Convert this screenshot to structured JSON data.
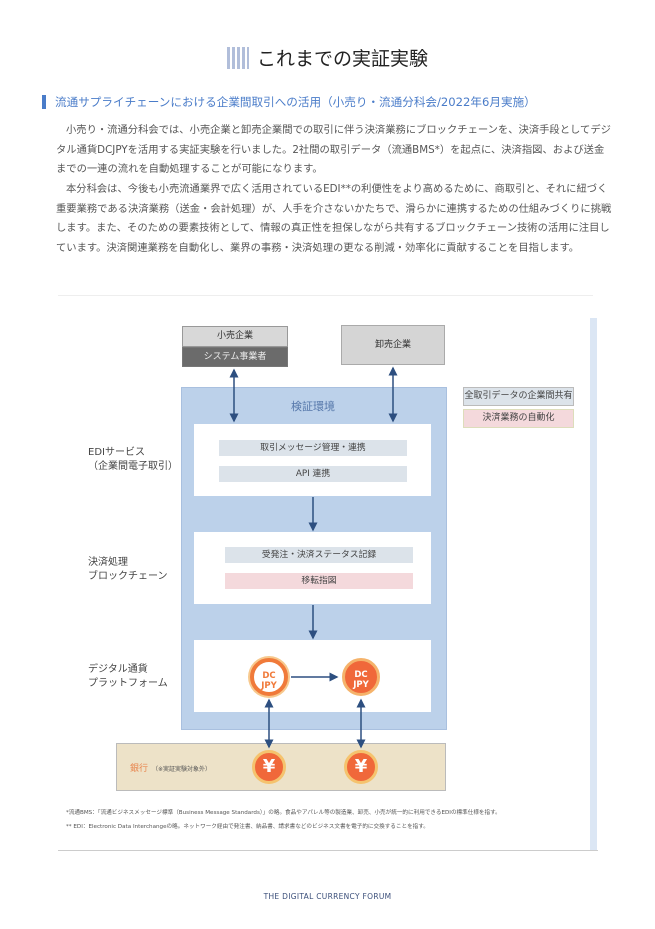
{
  "title": "これまでの実証実験",
  "subtitle": "流通サプライチェーンにおける企業間取引への活用（小売り・流通分科会/2022年6月実施）",
  "paragraphs": [
    "小売り・流通分科会では、小売企業と卸売企業間での取引に伴う決済業務にブロックチェーンを、決済手段としてデジタル通貨DCJPYを活用する実証実験を行いました。2社間の取引データ（流通BMS*）を起点に、決済指図、および送金までの一連の流れを自動処理することが可能になります。",
    "本分科会は、今後も小売流通業界で広く活用されているEDI**の利便性をより高めるために、商取引と、それに紐づく重要業務である決済業務（送金・会計処理）が、人手を介さないかたちで、滑らかに連携するための仕組みづくりに挑戦します。また、そのための要素技術として、情報の真正性を担保しながら共有するブロックチェーン技術の活用に注目しています。決済関連業務を自動化し、業界の事務・決済処理の更なる削減・効率化に貢献することを目指します。"
  ],
  "diagram": {
    "retail": "小売企業",
    "system_vendor": "システム事業者",
    "wholesale": "卸売企業",
    "env": "検証環境",
    "legend": [
      "全取引データの企業間共有",
      "決済業務の自動化"
    ],
    "layers": [
      {
        "label1": "EDIサービス",
        "label2": "（企業間電子取引）",
        "bars": [
          "取引メッセージ管理・連携",
          "API 連携"
        ]
      },
      {
        "label1": "決済処理",
        "label2": "ブロックチェーン",
        "bars": [
          "受発注・決済ステータス記録",
          "移転指図"
        ]
      },
      {
        "label1": "デジタル通貨",
        "label2": "プラットフォーム"
      }
    ],
    "coin_line1": "DC",
    "coin_line2": "JPY",
    "bank": "銀行",
    "bank_note": "（※実証実験対象外）",
    "yen": "¥"
  },
  "footnotes": [
    "*流通BMS：「流通ビジネスメッセージ標準（Business Message Standards）」の略。食品やアパレル等の製造業、卸売、小売が統一的に利用できるEDIの標準仕様を指す。",
    "** EDI：Electronic Data Interchangeの略。ネットワーク経由で発注書、納品書、請求書などのビジネス文書を電子的に交換することを指す。"
  ],
  "footer": "THE DIGITAL CURRENCY FORUM",
  "colors": {
    "accent": "#4a7cc9",
    "env": "#bcd1ea",
    "arrow": "#2d4f80",
    "coin": "#f0683a"
  }
}
